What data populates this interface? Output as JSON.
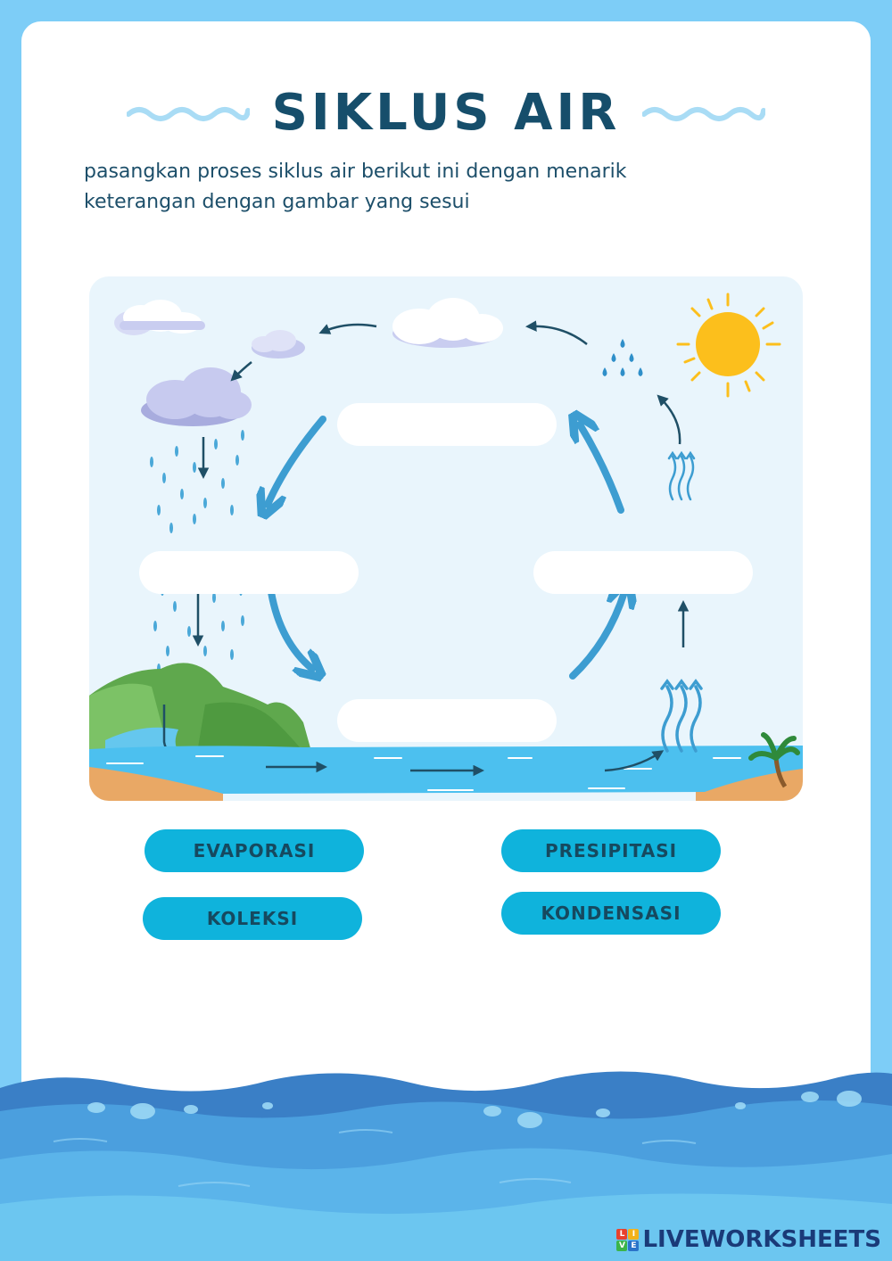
{
  "header": {
    "title": "SIKLUS AIR"
  },
  "instruction": {
    "line1": "pasangkan proses siklus air berikut ini dengan menarik",
    "line2": "keterangan dengan gambar yang sesui"
  },
  "drop_zones": [
    {
      "id": "top",
      "value": ""
    },
    {
      "id": "left",
      "value": ""
    },
    {
      "id": "right",
      "value": ""
    },
    {
      "id": "bottom",
      "value": ""
    }
  ],
  "labels": {
    "evaporasi": "EVAPORASI",
    "presipitasi": "PRESIPITASI",
    "koleksi": "KOLEKSI",
    "kondensasi": "KONDENSASI"
  },
  "footer": {
    "brand": "LIVEWORKSHEETS",
    "logo_letters": [
      "L",
      "I",
      "V",
      "E"
    ]
  },
  "colors": {
    "page_border": "#7dcdf7",
    "title": "#164e6b",
    "label_bg": "#0fb3dc",
    "label_text": "#16495f",
    "scene_bg": "#e9f5fc",
    "arrow": "#3d9dd1"
  },
  "icons": [
    "wave-decoration-icon",
    "sun-icon",
    "cloud-icon",
    "rain-cloud-icon",
    "water-drops-icon",
    "vapor-arrows-icon",
    "mountain-icon",
    "palm-tree-icon",
    "river-icon"
  ]
}
